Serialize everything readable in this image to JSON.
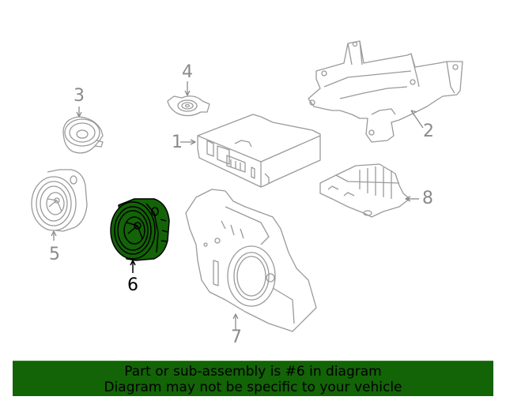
{
  "diagram": {
    "callouts": [
      {
        "id": "1",
        "label": "1"
      },
      {
        "id": "2",
        "label": "2"
      },
      {
        "id": "3",
        "label": "3"
      },
      {
        "id": "4",
        "label": "4"
      },
      {
        "id": "5",
        "label": "5"
      },
      {
        "id": "6",
        "label": "6"
      },
      {
        "id": "7",
        "label": "7"
      },
      {
        "id": "8",
        "label": "8"
      }
    ],
    "highlighted_part": "6",
    "colors": {
      "line": "#8a8a8a",
      "highlight_fill": "#136307",
      "highlight_stroke": "#000000"
    }
  },
  "banner": {
    "line1": "Part or sub-assembly is #6 in diagram",
    "line2": "Diagram may not be specific to your vehicle",
    "background": "#136307"
  }
}
